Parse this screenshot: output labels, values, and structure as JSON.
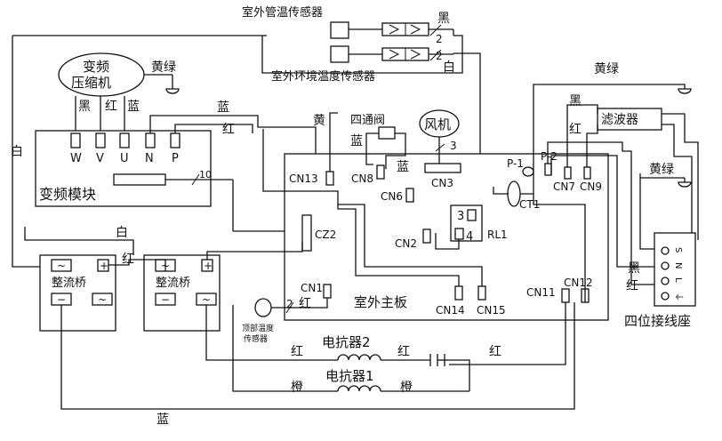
{
  "sensors": {
    "pipe_temp": "室外管温传感器",
    "env_temp": "室外环境温度传感器",
    "top_temp": "顶部温度传感器",
    "top_temp_line1": "顶部温度",
    "top_temp_line2": "传感器"
  },
  "compressor": {
    "line1": "变频",
    "line2": "压缩机"
  },
  "inverter_module": {
    "label": "变频模块",
    "terminals": [
      "W",
      "V",
      "U",
      "N",
      "P"
    ],
    "wire_count": "10"
  },
  "rectifier_label": "整流桥",
  "main_board": "室外主板",
  "fan": "风机",
  "four_way_valve": "四通阀",
  "filter": "滤波器",
  "terminal_block": {
    "label": "四位接线座",
    "pins": [
      "S",
      "N",
      "L",
      "⏚"
    ]
  },
  "reactor1": "电抗器1",
  "reactor2": "电抗器2",
  "connectors": [
    "CN13",
    "CN8",
    "CN6",
    "CN3",
    "P-1",
    "P-2",
    "CN7",
    "CN9",
    "CT1",
    "CZ2",
    "CN2",
    "RL1",
    "CN1",
    "CN14",
    "CN15",
    "CN11",
    "CN12"
  ],
  "colors": {
    "black": "黑",
    "red": "红",
    "blue": "蓝",
    "white": "白",
    "yellow": "黄",
    "yellow_green": "黄绿",
    "orange": "橙"
  },
  "numbers": {
    "two": "2",
    "three": "3",
    "four": "4"
  },
  "symbols": {
    "plus": "+",
    "minus": "−",
    "ac": "~"
  }
}
